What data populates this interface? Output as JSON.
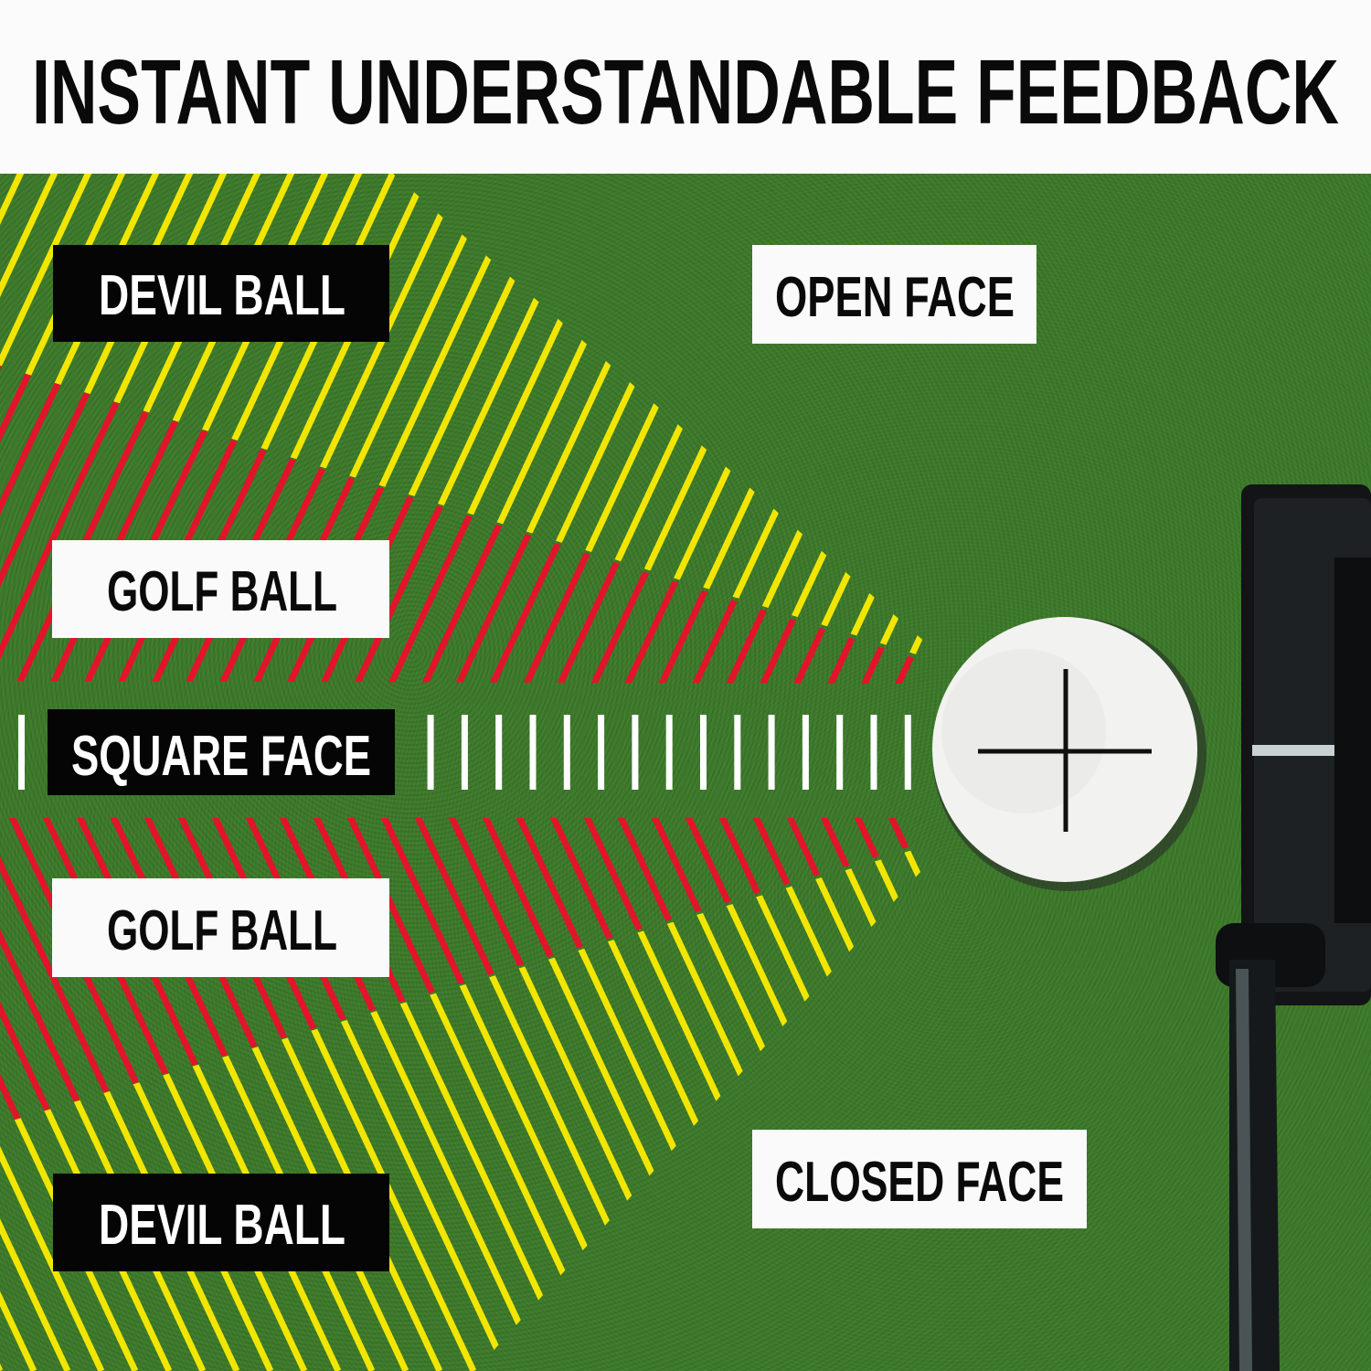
{
  "title": "INSTANT UNDERSTANDABLE FEEDBACK",
  "labels": {
    "devil_ball_top": "DEVIL BALL",
    "golf_ball_top": "GOLF BALL",
    "square_face": "SQUARE FACE",
    "golf_ball_bottom": "GOLF BALL",
    "devil_ball_bottom": "DEVIL BALL",
    "open_face": "OPEN FACE",
    "closed_face": "CLOSED FACE"
  },
  "colors": {
    "yellow": "#f2e600",
    "red": "#e4132c",
    "white": "#ffffff",
    "grass": "#3d7a2c"
  }
}
